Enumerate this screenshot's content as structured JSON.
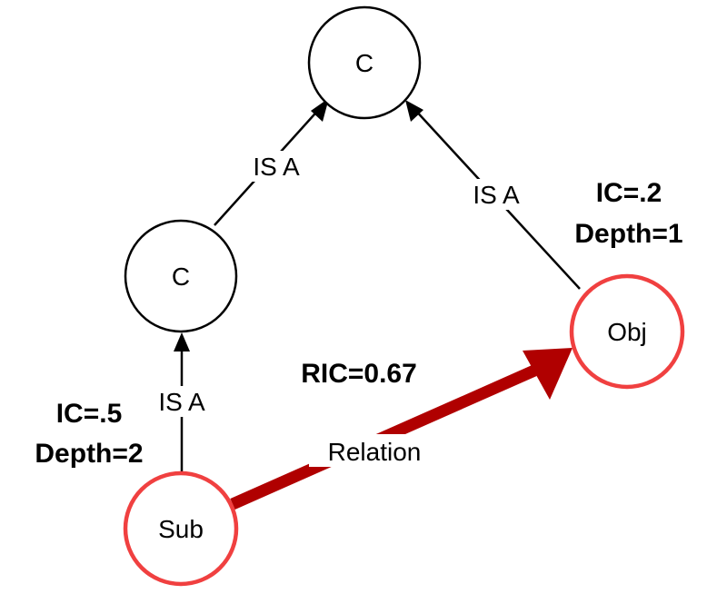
{
  "nodes": {
    "top": {
      "label": "C"
    },
    "middle": {
      "label": "C"
    },
    "subject": {
      "label": "Sub"
    },
    "object": {
      "label": "Obj"
    }
  },
  "edges": {
    "middle_to_top": {
      "label": "IS A"
    },
    "object_to_top": {
      "label": "IS A"
    },
    "subject_to_middle": {
      "label": "IS A"
    },
    "relation": {
      "label": "Relation"
    }
  },
  "annotations": {
    "subject_ic": "IC=.5",
    "subject_depth": "Depth=2",
    "object_ic": "IC=.2",
    "object_depth": "Depth=1",
    "ric": "RIC=0.67"
  },
  "colors": {
    "node_stroke": "#000000",
    "highlight_stroke": "#f04040",
    "relation_arrow": "#b00000",
    "line": "#000000"
  }
}
